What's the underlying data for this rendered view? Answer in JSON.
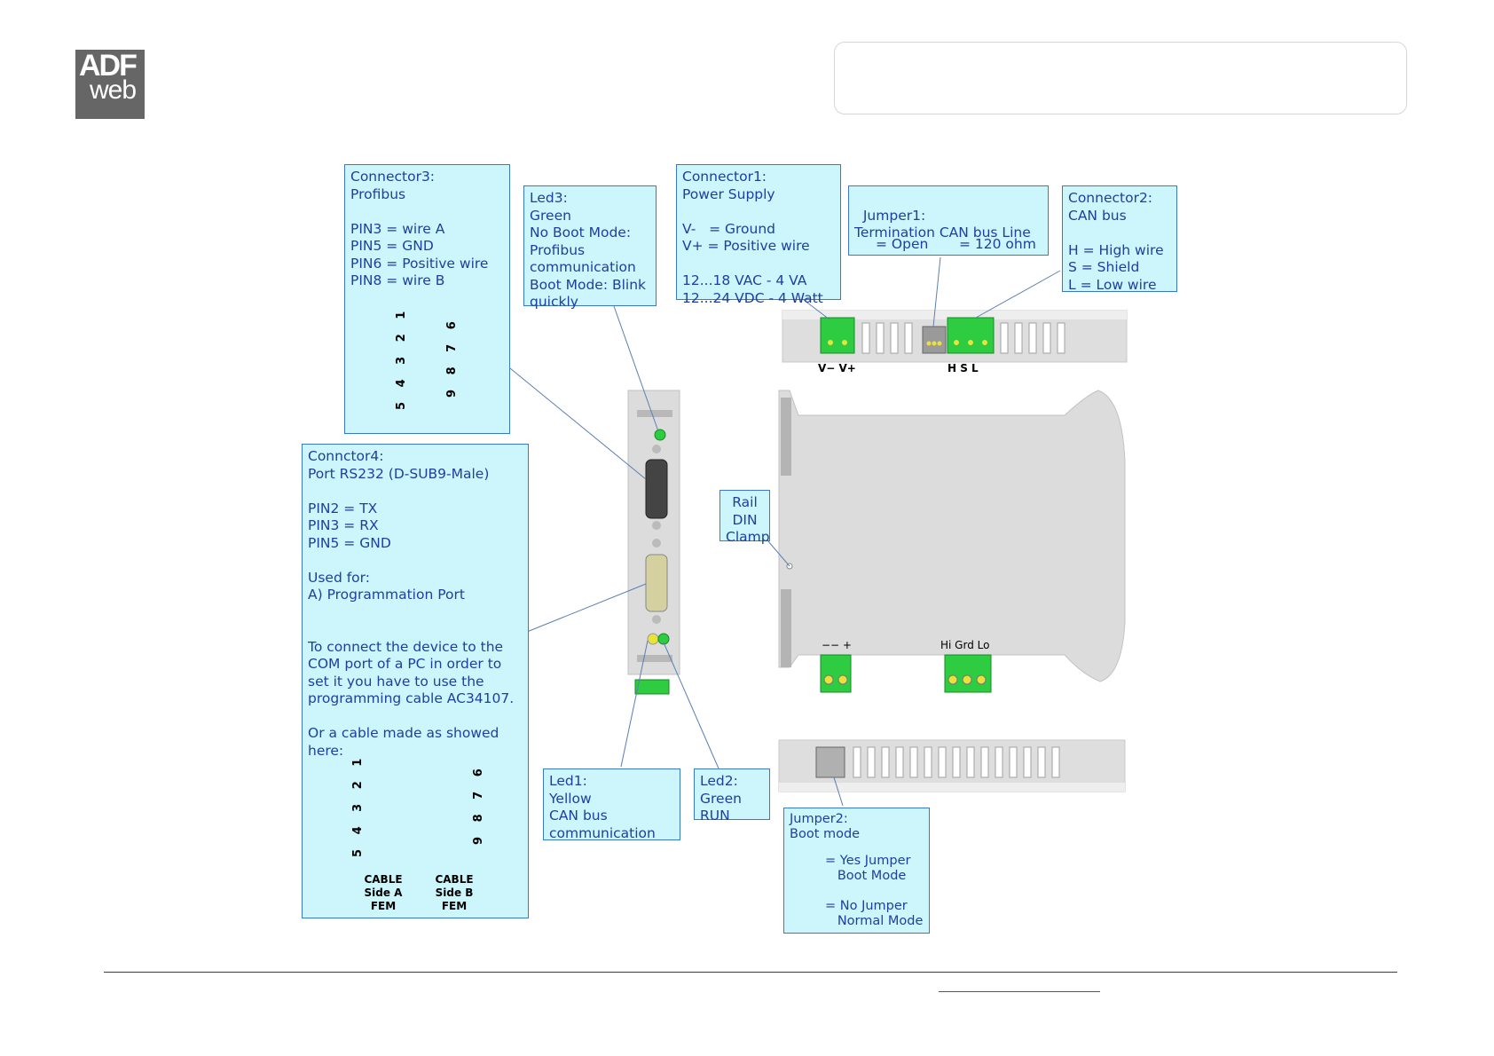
{
  "logo": {
    "line1": "ADF",
    "line2": "web"
  },
  "callouts": {
    "connector3": "Connector3:\nProfibus\n\nPIN3 = wire A\nPIN5 = GND\nPIN6 = Positive wire\nPIN8 = wire B",
    "led3": "Led3:\nGreen\nNo Boot Mode:\nProfibus\ncommunication\nBoot Mode: Blink\nquickly",
    "connector1": "Connector1:\nPower Supply\n\nV-   = Ground\nV+ = Positive wire\n\n12...18 VAC - 4 VA\n12...24 VDC - 4 Watt",
    "jumper1": "Jumper1:\nTermination CAN bus Line",
    "jumper1_open": "= Open",
    "jumper1_120": "= 120 ohm",
    "connector2": "Connector2:\nCAN bus\n\nH = High wire\nS = Shield\nL = Low wire",
    "connector4": "Connctor4:\nPort RS232 (D-SUB9-Male)\n\nPIN2 = TX\nPIN3 = RX\nPIN5 = GND\n\nUsed for:\nA) Programmation Port\n\n\nTo connect the device to the\nCOM port of a PC in order to\nset it you have to use the\nprogramming cable AC34107.\n\nOr a cable made as showed\nhere:",
    "rail": "Rail\nDIN\nClamp",
    "led1": "Led1:\nYellow\nCAN bus\ncommunication",
    "led2": "Led2:\nGreen\nRUN",
    "jumper2": "Jumper2:\nBoot mode",
    "jumper2_yes": "= Yes Jumper\n   Boot Mode",
    "jumper2_no": "= No Jumper\n   Normal Mode"
  },
  "labels": {
    "power_pins": "V− V+",
    "can_pins": "H  S  L",
    "front_power": "−−   +",
    "front_can": "Hi Grd Lo",
    "profibus_pins_left": "5 4 3 2 1",
    "profibus_pins_right": "9 8 7 6",
    "cable_a_pins_left": "5 4 3 2 1",
    "cable_b_pins_right": "9 8 7 6",
    "cable_a": "CABLE\nSide A\nFEM",
    "cable_b": "CABLE\nSide B\nFEM"
  },
  "colors": {
    "callout_fill": "#ccf6fb",
    "callout_border": "#3a78c9",
    "callout_text": "#1f3fa0",
    "terminal_green": "#2ecc40",
    "device_gray": "#dcdcdc",
    "cable_red": "#e02020",
    "cable_blue": "#2030d0",
    "cable_green": "#20a020"
  }
}
